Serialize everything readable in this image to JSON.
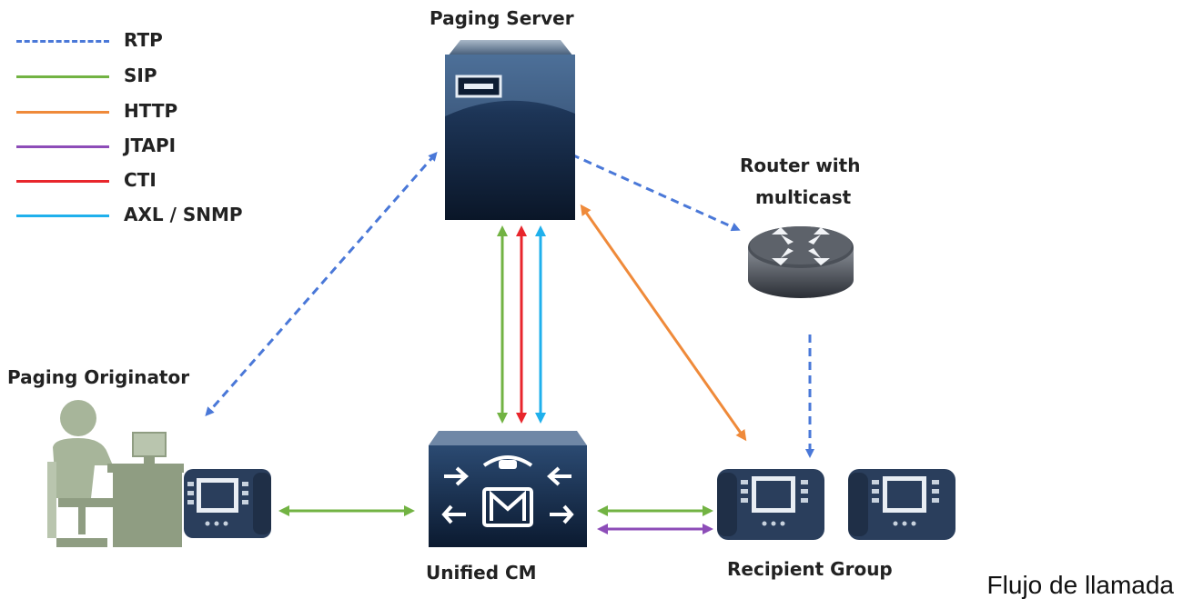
{
  "legend": [
    {
      "label": "RTP",
      "color": "#4a78d8",
      "style": "dashed"
    },
    {
      "label": "SIP",
      "color": "#72b343",
      "style": "solid"
    },
    {
      "label": "HTTP",
      "color": "#ef8a3a",
      "style": "solid"
    },
    {
      "label": "JTAPI",
      "color": "#8d4db8",
      "style": "solid"
    },
    {
      "label": "CTI",
      "color": "#e8262c",
      "style": "solid"
    },
    {
      "label": "AXL / SNMP",
      "color": "#1fb0ec",
      "style": "solid"
    }
  ],
  "nodes": {
    "paging_server": "Paging Server",
    "router": [
      "Router with",
      "multicast"
    ],
    "paging_originator": "Paging Originator",
    "unified_cm": "Unified CM",
    "recipient_group": "Recipient Group"
  },
  "icons": {
    "server": "server-icon",
    "router": "router-icon",
    "cm": "unified-cm-icon",
    "person": "person-at-desk-icon",
    "phone": "ip-phone-icon"
  },
  "caption": "Flujo de llamada"
}
